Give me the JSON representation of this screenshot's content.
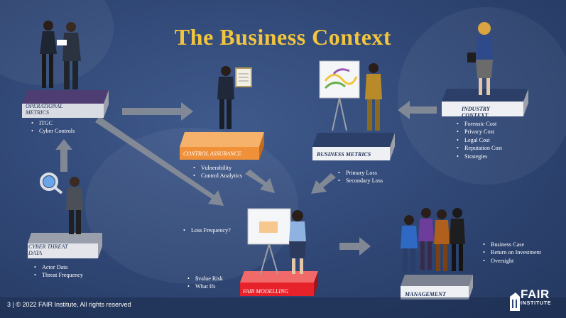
{
  "slide": {
    "title": "The Business Context",
    "footer": "3  |  © 2022 FAIR Institute, All rights reserved",
    "logo": {
      "word": "FAIR",
      "sub": "INSTITUTE",
      "icon": "fair-building-icon"
    }
  },
  "nodes": {
    "operational_metrics": {
      "label": "OPERATIONAL METRICS",
      "items": [
        "ITGC",
        "Cyber Controls"
      ]
    },
    "cyber_threat_data": {
      "label": "CYBER THREAT DATA",
      "items": [
        "Actor Data",
        "Threat Frequency"
      ]
    },
    "control_assurance": {
      "label": "CONTROL ASSURANCE",
      "items": [
        "Vulnerability",
        "Control Analytics"
      ]
    },
    "business_metrics": {
      "label": "BUSINESS METRICS",
      "items": [
        "Primary Loss",
        "Secondary Loss"
      ]
    },
    "industry_context": {
      "label": "INDUSTRY CONTEXT",
      "items": [
        "Forensic Cost",
        "Privacy Cost",
        "Legal Cost",
        "Reputation Cost",
        "Strategies"
      ]
    },
    "fair_modelling": {
      "label": "FAIR MODELLING",
      "items_top": [
        "Loss Frequency?"
      ],
      "items_bottom": [
        "$value Risk",
        "What Ifs"
      ]
    },
    "management": {
      "label": "MANAGEMENT",
      "items": [
        "Business Case",
        "Return on Investment",
        "Oversight"
      ]
    }
  },
  "colors": {
    "background": "#2f4674",
    "title": "#f2c53d",
    "arrow": "#8a8f98",
    "control_assurance": "#f0913a",
    "fair_modelling": "#e8222a",
    "platform_gray": "#c9cdd4",
    "footer": "#1c2b4d"
  }
}
